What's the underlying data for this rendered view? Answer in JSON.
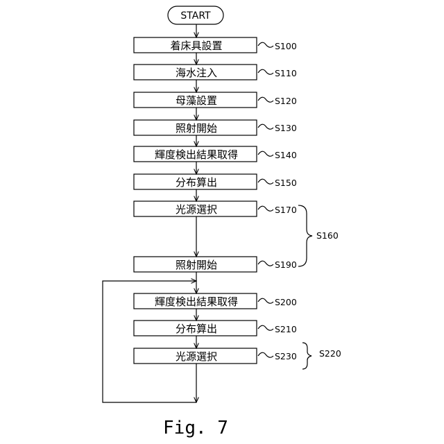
{
  "start": {
    "label": "START"
  },
  "steps": [
    {
      "box": "着床具設置",
      "id": "S100"
    },
    {
      "box": "海水注入",
      "id": "S110"
    },
    {
      "box": "母藻設置",
      "id": "S120"
    },
    {
      "box": "照射開始",
      "id": "S130"
    },
    {
      "box": "輝度検出結果取得",
      "id": "S140"
    },
    {
      "box": "分布算出",
      "id": "S150"
    },
    {
      "box": "光源選択",
      "id": "S170"
    },
    {
      "box": "照射開始",
      "id": "S190"
    },
    {
      "box": "輝度検出結果取得",
      "id": "S200"
    },
    {
      "box": "分布算出",
      "id": "S210"
    },
    {
      "box": "光源選択",
      "id": "S230"
    }
  ],
  "groups": [
    {
      "id": "S160"
    },
    {
      "id": "S220"
    }
  ],
  "caption": "Fig. 7"
}
